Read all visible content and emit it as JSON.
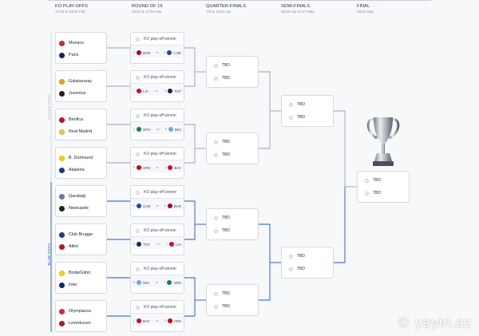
{
  "header": {
    "stages": [
      {
        "title": "KO PLAY-OFFS",
        "dates": "17/18 & 24/25 Feb"
      },
      {
        "title": "ROUND OF 16",
        "dates": "10/12 & 17/19 Mar"
      },
      {
        "title": "QUARTER-FINALS",
        "dates": "7/8 & 14/15 Apr"
      },
      {
        "title": "SEMI-FINALS",
        "dates": "28/30 Apr & 5/7 May"
      },
      {
        "title": "FINAL",
        "dates": "30/31 May"
      }
    ]
  },
  "paths": {
    "silver": "SILVER PATH",
    "blue": "BLUE PATH"
  },
  "colors": {
    "silver_line": "#9aa0ad",
    "blue_line": "#1f4fd6",
    "blue_label": "#1f4fd6",
    "silver_label": "#b5b9c4"
  },
  "playoffs": [
    {
      "team1": "Monaco",
      "logo1": "#d7263d",
      "team2": "Paris",
      "logo2": "#0f2a5c"
    },
    {
      "team1": "Galatasaray",
      "logo1": "#e8a41c",
      "team2": "Juventus",
      "logo2": "#222222"
    },
    {
      "team1": "Benfica",
      "logo1": "#c8102e",
      "team2": "Real Madrid",
      "logo2": "#e8c65a"
    },
    {
      "team1": "B. Dortmund",
      "logo1": "#f6d10d",
      "team2": "Atalanta",
      "logo2": "#1b3c8c"
    },
    {
      "team1": "Qarabağ",
      "logo1": "#6a7ca8",
      "team2": "Newcastle",
      "logo2": "#222222"
    },
    {
      "team1": "Club Brugge",
      "logo1": "#1b3c8c",
      "team2": "Atleti",
      "logo2": "#c8102e"
    },
    {
      "team1": "Bodø/Glimt",
      "logo1": "#f6d10d",
      "team2": "Inter",
      "logo2": "#0d2a7a"
    },
    {
      "team1": "Olympiacos",
      "logo1": "#d7263d",
      "team2": "Leverkusen",
      "logo2": "#b01b22"
    }
  ],
  "r16": [
    {
      "label": "KO play-off winner",
      "m": {
        "agg1": "5",
        "t1": "BAR",
        "c1": "#a50044",
        "vs": "vs",
        "agg2": "0",
        "t2": "CHE",
        "c2": "#1d4ba1"
      }
    },
    {
      "label": "KO play-off winner",
      "m": {
        "agg1": "7",
        "t1": "LIV",
        "c1": "#c8102e",
        "vs": "vs",
        "agg2": "4",
        "t2": "TOT",
        "c2": "#1a2353"
      }
    },
    {
      "label": "KO play-off winner",
      "m": {
        "agg1": "3",
        "t1": "SPO",
        "c1": "#148348",
        "vs": "vs",
        "agg2": "6",
        "t2": "MCI",
        "c2": "#6cabdd"
      }
    },
    {
      "label": "KO play-off winner",
      "m": {
        "agg1": "5",
        "t1": "ARS",
        "c1": "#db0007",
        "vs": "vs",
        "agg2": "2",
        "t2": "BAY",
        "c2": "#dc052d"
      }
    },
    {
      "label": "KO play-off winner",
      "m": {
        "agg1": "0",
        "t1": "CHE",
        "c1": "#1d4ba1",
        "vs": "vs",
        "agg2": "5",
        "t2": "BAR",
        "c2": "#a50044"
      }
    },
    {
      "label": "KO play-off winner",
      "m": {
        "agg1": "4",
        "t1": "TOT",
        "c1": "#1a2353",
        "vs": "vs",
        "agg2": "7",
        "t2": "LIV",
        "c2": "#c8102e"
      }
    },
    {
      "label": "KO play-off winner",
      "m": {
        "agg1": "6",
        "t1": "MCI",
        "c1": "#6cabdd",
        "vs": "vs",
        "agg2": "3",
        "t2": "SPO",
        "c2": "#148348"
      }
    },
    {
      "label": "KO play-off winner",
      "m": {
        "agg1": "2",
        "t1": "BAY",
        "c1": "#dc052d",
        "vs": "vs",
        "agg2": "5",
        "t2": "ARS",
        "c2": "#db0007"
      }
    }
  ],
  "qf": [
    {
      "a": "TBD",
      "b": "TBD"
    },
    {
      "a": "TBD",
      "b": "TBD"
    },
    {
      "a": "TBD",
      "b": "TBD"
    },
    {
      "a": "TBD",
      "b": "TBD"
    }
  ],
  "sf": [
    {
      "a": "TBD",
      "b": "TBD"
    },
    {
      "a": "TBD",
      "b": "TBD"
    }
  ],
  "final": {
    "a": "TBD",
    "b": "TBD"
  },
  "watermark": "© yayin.az"
}
